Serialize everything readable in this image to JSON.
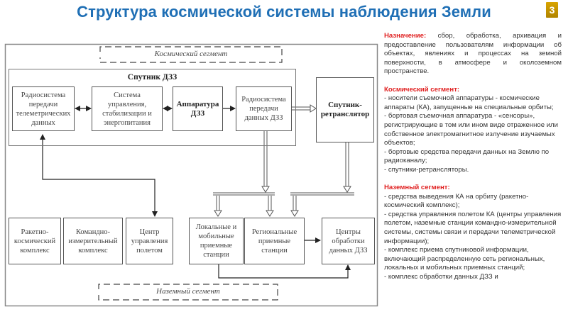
{
  "slide": {
    "title": "Структура космической системы наблюдения Земли",
    "page_number": "3",
    "accent_color": "#1f6fb5",
    "badge_color": "#c99a00",
    "highlight_color": "#e02020"
  },
  "diagram": {
    "space_segment_label": "Космический сегмент",
    "ground_segment_label": "Наземный сегмент",
    "satellite_group_title": "Спутник ДЗЗ",
    "satellite_blocks": [
      {
        "id": "telemetry-radio",
        "label": "Радиосистема передачи телеметрических данных",
        "bold": false
      },
      {
        "id": "control-system",
        "label": "Система управления, стабилизации и энергопитания",
        "bold": false
      },
      {
        "id": "rs-apparatus",
        "label": "Аппаратура ДЗЗ",
        "bold": true
      },
      {
        "id": "data-radio",
        "label": "Радиосистема передачи данных ДЗЗ",
        "bold": false
      }
    ],
    "relay_satellite": {
      "label": "Спутник-ретранслятор",
      "bold": true
    },
    "ground_blocks": [
      {
        "id": "launch-complex",
        "label": "Ракетно-космический комплекс"
      },
      {
        "id": "command-measuring",
        "label": "Командно-измерительный комплекс"
      },
      {
        "id": "flight-control-center",
        "label": "Центр управления полетом"
      },
      {
        "id": "local-mobile-stations",
        "label": "Локальные и мобильные приемные станции"
      },
      {
        "id": "regional-stations",
        "label": "Региональные приемные станции"
      },
      {
        "id": "processing-centers",
        "label": "Центры обработки данных ДЗЗ"
      }
    ],
    "connections": [
      {
        "from": "telemetry-radio",
        "to": "control-system",
        "type": "bidirectional"
      },
      {
        "from": "control-system",
        "to": "rs-apparatus",
        "type": "bidirectional"
      },
      {
        "from": "rs-apparatus",
        "to": "data-radio",
        "type": "arrow"
      },
      {
        "from": "data-radio",
        "to": "relay-satellite",
        "type": "double-line"
      },
      {
        "from": "data-radio",
        "to": "local-mobile-stations",
        "type": "double-line"
      },
      {
        "from": "data-radio",
        "to": "regional-stations",
        "type": "double-line"
      },
      {
        "from": "relay-satellite",
        "to": "regional-stations",
        "type": "double-line"
      },
      {
        "from": "telemetry-radio",
        "to": "flight-control-center",
        "type": "bidirectional"
      },
      {
        "from": "regional-stations",
        "to": "processing-centers",
        "type": "arrow"
      },
      {
        "from": "local-mobile-stations",
        "to": "processing-centers",
        "type": "arrow"
      }
    ]
  },
  "description": {
    "purpose_heading": "Назначение",
    "purpose_text": "сбор, обработка, архивация и предоставление пользователям информации об объектах, явлениях и процессах на земной поверхности, в атмосфере и околоземном пространстве.",
    "space_heading": "Космический сегмент",
    "space_items": [
      "- носители съемочной аппаратуры - космические аппараты (КА), запущенные на специальные орбиты;",
      "- бортовая съемочная аппаратура - «сенсоры», регистрирующие в том или ином виде отраженное или собственное электромагнитное излучение изучаемых объектов;",
      "- бортовые средства передачи данных на Землю по радиоканалу;",
      "- спутники-ретрансляторы."
    ],
    "ground_heading": "Наземный сегмент",
    "ground_items": [
      "- средства выведения КА на орбиту (ракетно-космический комплекс);",
      "-  средства управления полетом КА (центры управления полетом, наземные станции командно-измерительной системы, системы связи и передачи телеметрической информации);",
      "- комплекс приема спутниковой информации, включающий распределенную сеть региональных, локальных и мобильных приемных станций;",
      "- комплекс обработки данных ДЗЗ и"
    ]
  }
}
